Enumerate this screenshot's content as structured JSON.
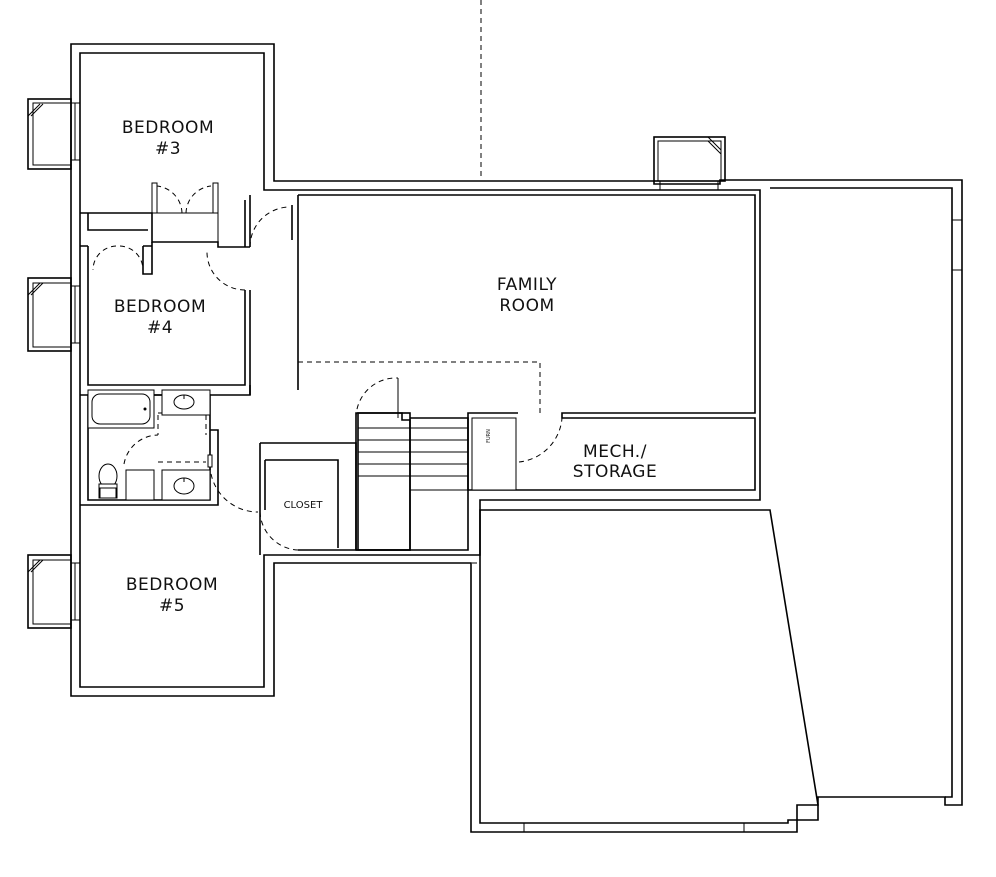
{
  "rooms": {
    "bedroom3": {
      "line1": "BEDROOM",
      "line2": "#3"
    },
    "bedroom4": {
      "line1": "BEDROOM",
      "line2": "#4"
    },
    "bedroom5": {
      "line1": "BEDROOM",
      "line2": "#5"
    },
    "family_room": {
      "line1": "FAMILY",
      "line2": "ROOM"
    },
    "mech_storage": {
      "line1": "MECH./",
      "line2": "STORAGE"
    },
    "closet": {
      "label": "CLOSET"
    },
    "furnace": {
      "label": "FURN"
    }
  }
}
